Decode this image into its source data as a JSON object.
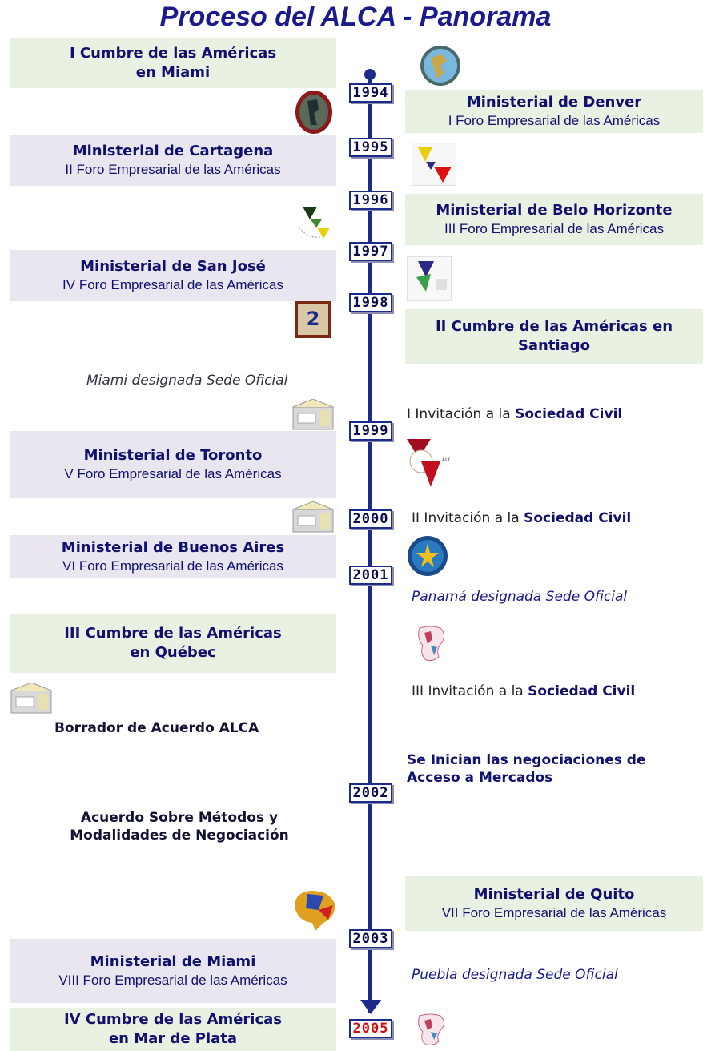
{
  "title": "Proceso del ALCA - Panorama",
  "colors": {
    "axis": "#1c2a8c",
    "green_box": "#e9f1e3",
    "lavender_box": "#e9e6f0",
    "text_blue": "#10106e",
    "year_red": "#d01010"
  },
  "years": [
    "1994",
    "1995",
    "1996",
    "1997",
    "1998",
    "1999",
    "2000",
    "2001",
    "2002",
    "2003",
    "2005"
  ],
  "events": {
    "cumbre1": {
      "line1": "I Cumbre de las Américas",
      "line2": "en Miami"
    },
    "denver": {
      "line1": "Ministerial de Denver",
      "line2": "I Foro Empresarial de las Américas"
    },
    "cartagena": {
      "line1": "Ministerial de Cartagena",
      "line2": "II Foro Empresarial de las Américas"
    },
    "belo": {
      "line1": "Ministerial de Belo Horizonte",
      "line2": "III Foro Empresarial de las Américas"
    },
    "sanjose": {
      "line1": "Ministerial de San José",
      "line2": "IV Foro Empresarial de las Américas"
    },
    "cumbre2": {
      "line1": "II Cumbre de las Américas en",
      "line2": "Santiago"
    },
    "miami_sede": "Miami designada Sede Oficial",
    "inv1": {
      "prefix": "I Invitación a la ",
      "bold": "Sociedad Civil"
    },
    "toronto": {
      "line1": "Ministerial de Toronto",
      "line2": "V Foro Empresarial de las Américas"
    },
    "inv2": {
      "prefix": "II Invitación a la ",
      "bold": "Sociedad Civil"
    },
    "buenos": {
      "line1": "Ministerial de Buenos Aires",
      "line2": "VI Foro Empresarial de las Américas"
    },
    "panama_sede": "Panamá designada Sede Oficial",
    "cumbre3": {
      "line1": "III Cumbre de las Américas",
      "line2": "en Québec"
    },
    "inv3": {
      "prefix": "III Invitación a la ",
      "bold": "Sociedad Civil"
    },
    "borrador": "Borrador de Acuerdo ALCA",
    "negociaciones": {
      "line1": "Se Inician las negociaciones de",
      "line2": "Acceso a Mercados"
    },
    "acuerdo": {
      "line1": "Acuerdo Sobre Métodos y",
      "line2": "Modalidades de Negociación"
    },
    "quito": {
      "line1": "Ministerial de Quito",
      "line2": "VII Foro Empresarial de las Américas"
    },
    "miami_min": {
      "line1": "Ministerial de Miami",
      "line2": "VIII Foro Empresarial de las Américas"
    },
    "puebla_sede": "Puebla designada Sede Oficial",
    "cumbre4": {
      "line1": "IV Cumbre de las Américas",
      "line2": "en Mar de Plata"
    }
  },
  "icons": [
    "globe-logo-icon",
    "oas-seal-icon",
    "ftaa-flag-icon",
    "ftaa-triangle-icon",
    "ftaa-square-logo-icon",
    "summit-2-logo-icon",
    "envelope-icon",
    "toronto-logo-icon",
    "star-globe-icon",
    "americas-map-icon",
    "quito-logo-icon"
  ]
}
